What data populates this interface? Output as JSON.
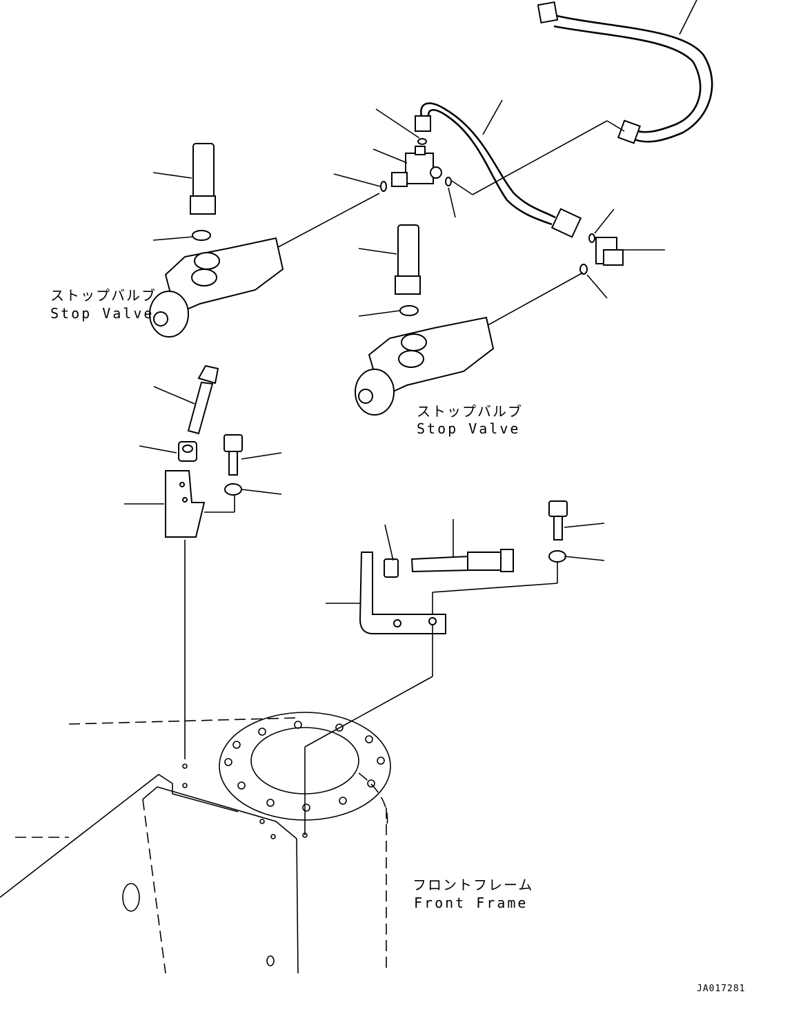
{
  "labels": {
    "stop_valve_left_jp": "ストップバルブ",
    "stop_valve_left_en": "Stop Valve",
    "stop_valve_right_jp": "ストップバルブ",
    "stop_valve_right_en": "Stop Valve",
    "front_frame_jp": "フロントフレーム",
    "front_frame_en": "Front Frame",
    "drawing_id": "JA017281"
  }
}
